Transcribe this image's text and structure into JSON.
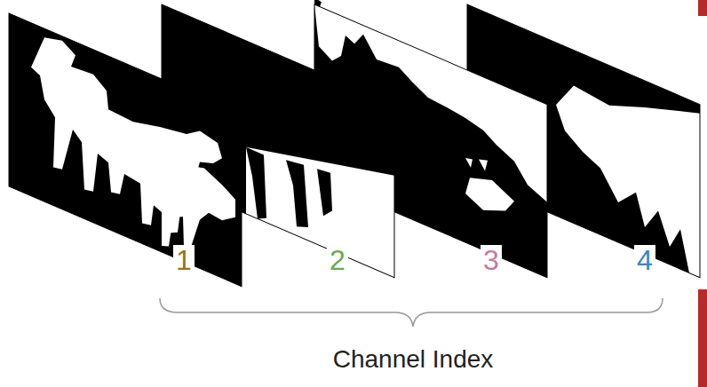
{
  "diagram": {
    "labels": [
      "1",
      "2",
      "3",
      "4",
      "Channel Index"
    ]
  }
}
